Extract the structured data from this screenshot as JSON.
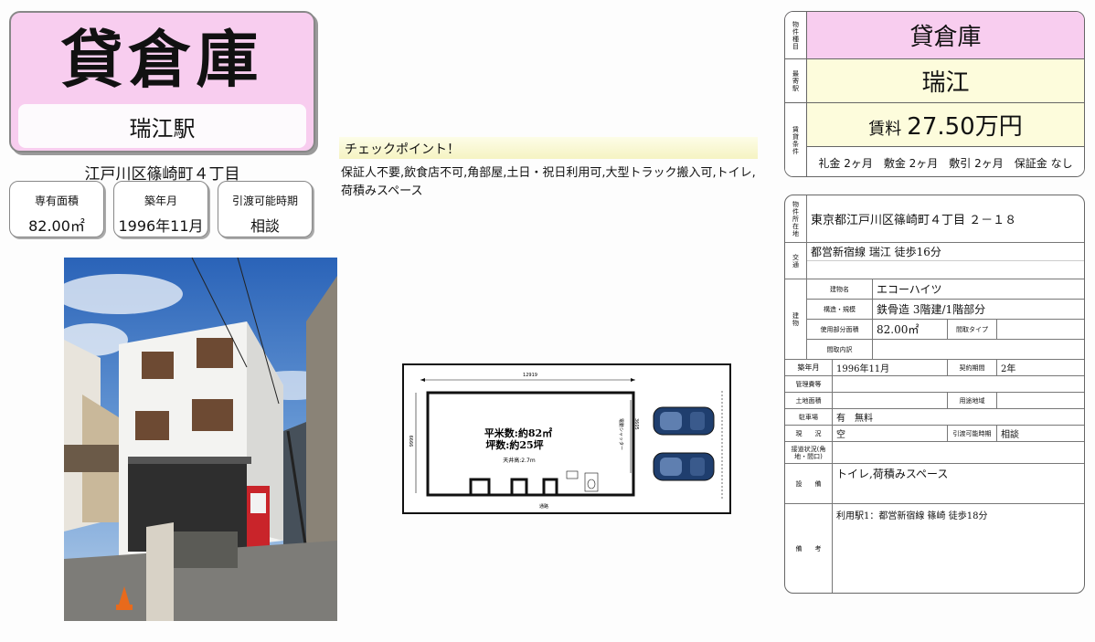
{
  "listing": {
    "type": "貸倉庫",
    "station_label": "瑞江駅",
    "address_short": "江戸川区篠崎町４丁目",
    "stats": [
      {
        "label": "専有面積",
        "value": "82.00㎡"
      },
      {
        "label": "築年月",
        "value": "1996年11月"
      },
      {
        "label": "引渡可能時期",
        "value": "相談"
      }
    ]
  },
  "checkpoints": {
    "heading": "チェックポイント！",
    "text": "保証人不要,飲食店不可,角部屋,土日・祝日利用可,大型トラック搬入可,トイレ,荷積みスペース"
  },
  "floorplan": {
    "area_sqm": "平米数:約82㎡",
    "area_tsubo": "坪数:約25坪",
    "ceiling": "天井高:2.7m",
    "dim_width": "12919",
    "dim_depth": "6666",
    "dim_shutter": "3605",
    "shutter_label": "電動シャッター",
    "road_label": "通路"
  },
  "summary": {
    "type_side": "物件種目",
    "type_value": "貸倉庫",
    "station_side": "最寄駅",
    "station_value": "瑞江",
    "rent_side": "賃貸条件",
    "rent_label": "賃料",
    "rent_value": "27.50万円",
    "conditions": "礼金 2ヶ月　敷金 2ヶ月　敷引 2ヶ月　保証金 なし"
  },
  "details": {
    "address_label": "物件所在地",
    "address_value": "東京都江戸川区篠崎町４丁目 ２－１８",
    "access_label": "交通",
    "access_value": "都営新宿線 瑞江 徒歩16分",
    "building_label": "建物",
    "building_name_label": "建物名",
    "building_name_value": "エコーハイツ",
    "structure_label": "構造・規模",
    "structure_value": "鉄骨造 3階建/1階部分",
    "area_label": "使用部分面積",
    "area_value": "82.00㎡",
    "layout_type_label": "間取タイプ",
    "layout_type_value": "",
    "layout_label": "間取内訳",
    "layout_value": "",
    "built_label": "築年月",
    "built_value": "1996年11月",
    "contract_label": "契約期間",
    "contract_value": "2年",
    "mgmt_label": "管理費等",
    "mgmt_value": "",
    "land_label": "土地面積",
    "land_value": "",
    "zoning_label": "用途地域",
    "zoning_value": "",
    "parking_label": "駐車場",
    "parking_value": "有　無料",
    "status_label": "現　　況",
    "status_value": "空",
    "delivery_label": "引渡可能時期",
    "delivery_value": "相談",
    "road_label": "接道状況(角地・間口)",
    "road_value": "",
    "facility_label": "設　　備",
    "facility_value": "トイレ,荷積みスペース",
    "remarks_label": "備　　考",
    "remarks_value": "利用駅1：都営新宿線 篠崎 徒歩18分"
  },
  "colors": {
    "pink": "#f8cdef",
    "check_yellow": "#f5f3c2"
  }
}
